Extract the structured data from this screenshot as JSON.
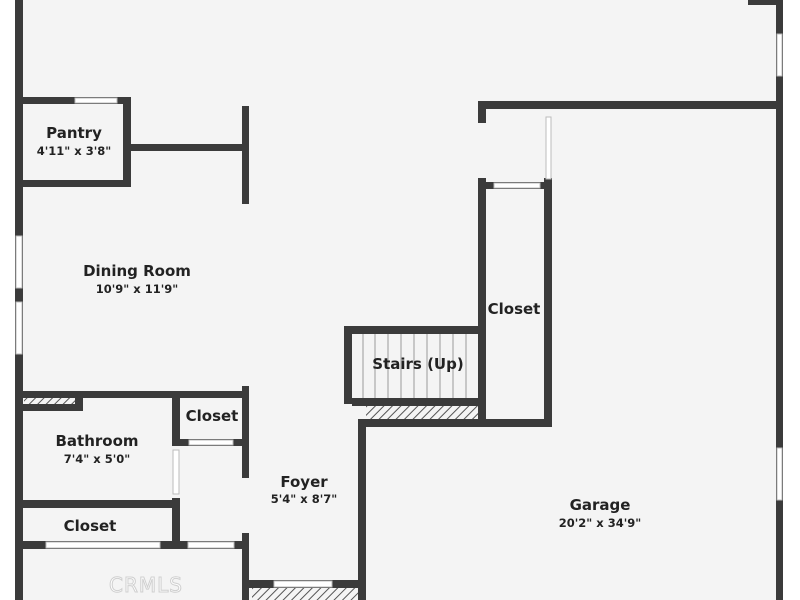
{
  "floorplan": {
    "rooms": [
      {
        "id": "pantry",
        "name": "Pantry",
        "dims": "4'11\" x 3'8\""
      },
      {
        "id": "dining-room",
        "name": "Dining Room",
        "dims": "10'9\" x 11'9\""
      },
      {
        "id": "closet-hall",
        "name": "Closet",
        "dims": ""
      },
      {
        "id": "stairs",
        "name": "Stairs (Up)",
        "dims": ""
      },
      {
        "id": "closet-bath",
        "name": "Closet",
        "dims": ""
      },
      {
        "id": "bathroom",
        "name": "Bathroom",
        "dims": "7'4\" x 5'0\""
      },
      {
        "id": "foyer",
        "name": "Foyer",
        "dims": "5'4\" x 8'7\""
      },
      {
        "id": "closet-lower",
        "name": "Closet",
        "dims": ""
      },
      {
        "id": "garage",
        "name": "Garage",
        "dims": "20'2\" x 34'9\""
      }
    ],
    "watermark": "CRMLS",
    "colors": {
      "floor": "#f4f4f4",
      "wall": "#3b3b3b",
      "window": "#ffffff",
      "hatch": "#666666"
    }
  }
}
